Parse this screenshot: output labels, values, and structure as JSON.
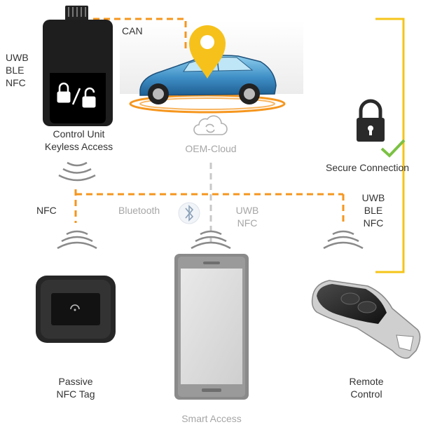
{
  "control_unit": {
    "radio_labels": [
      "UWB",
      "BLE",
      "NFC"
    ],
    "title_lines": [
      "Control Unit",
      "Keyless Access"
    ]
  },
  "connections": {
    "can": "CAN",
    "nfc": "NFC",
    "bluetooth": "Bluetooth",
    "smart_uwb_nfc": [
      "UWB",
      "NFC"
    ],
    "remote_radio": [
      "UWB",
      "BLE",
      "NFC"
    ]
  },
  "cloud": {
    "label": "OEM-Cloud"
  },
  "secure": {
    "label": "Secure Connection"
  },
  "devices": {
    "nfc_tag_lines": [
      "Passive",
      "NFC Tag"
    ],
    "smartphone": "Smart Access",
    "remote_lines": [
      "Remote",
      "Control"
    ]
  },
  "colors": {
    "orange_dashed": "#f5961e",
    "yellow_line": "#f5c41a",
    "pin": "#f6c11a",
    "check": "#7bc143",
    "grey_text": "#a6a6a6"
  }
}
